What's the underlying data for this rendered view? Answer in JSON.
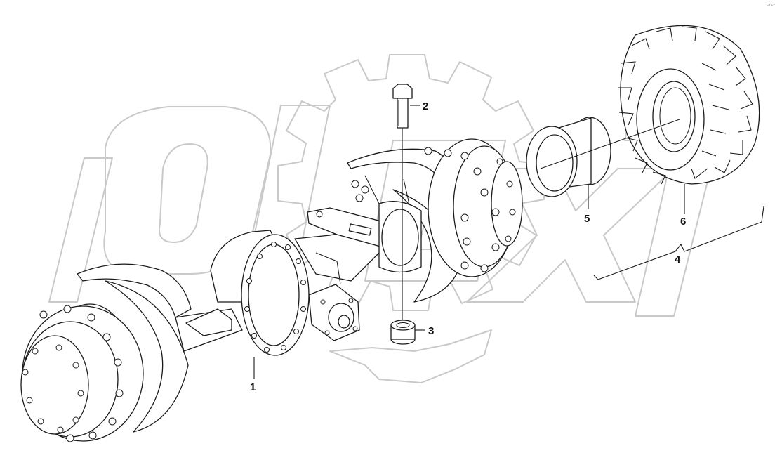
{
  "corner_mark": "сн с+",
  "callouts": [
    {
      "id": "1",
      "label": "1"
    },
    {
      "id": "2",
      "label": "2"
    },
    {
      "id": "3",
      "label": "3"
    },
    {
      "id": "4",
      "label": "4"
    },
    {
      "id": "5",
      "label": "5"
    },
    {
      "id": "6",
      "label": "6"
    }
  ],
  "colors": {
    "line": "#1a1a1a",
    "watermark": "#c9c9c9",
    "background": "#ffffff"
  },
  "icons": {
    "watermark": "gear-logo-watermark"
  }
}
